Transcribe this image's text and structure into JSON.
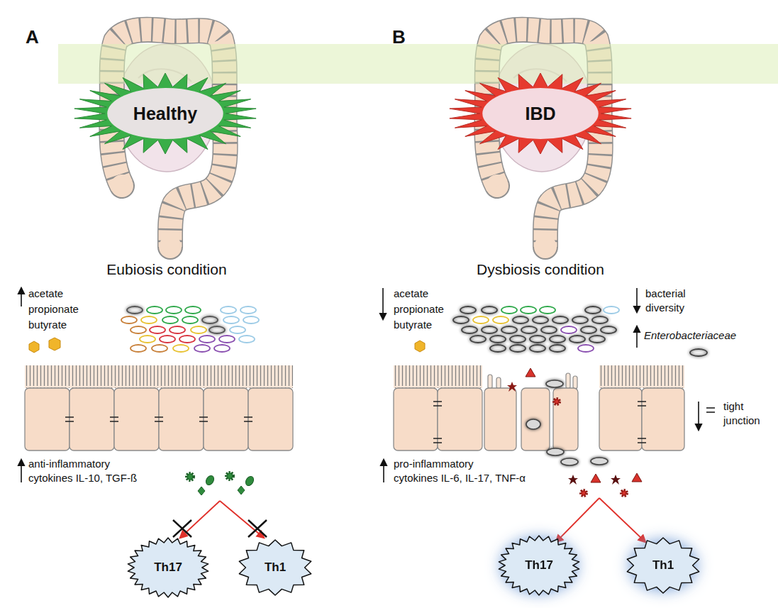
{
  "diagram": {
    "nodes": [
      {
        "text": [
          "Healthy"
        ]
      },
      {
        "text": [
          "IBD"
        ]
      },
      {
        "text": [
          "Th17"
        ]
      },
      {
        "text": [
          "Th1"
        ]
      },
      {
        "text": [
          "Th17"
        ]
      },
      {
        "text": [
          "Th1"
        ]
      }
    ],
    "labels": [
      "A",
      "B",
      "Eubiosis condition",
      "Dysbiosis condition",
      "acetate propionate butyrate",
      "anti-inflammatory cytokines IL-10, TGF-ß",
      "acetate propionate butyrate",
      "bacterial diversity",
      "Enterobacteriaceae",
      "tight junction",
      "pro-inflammatory cytokines IL-6, IL-17, TNF-α"
    ]
  }
}
